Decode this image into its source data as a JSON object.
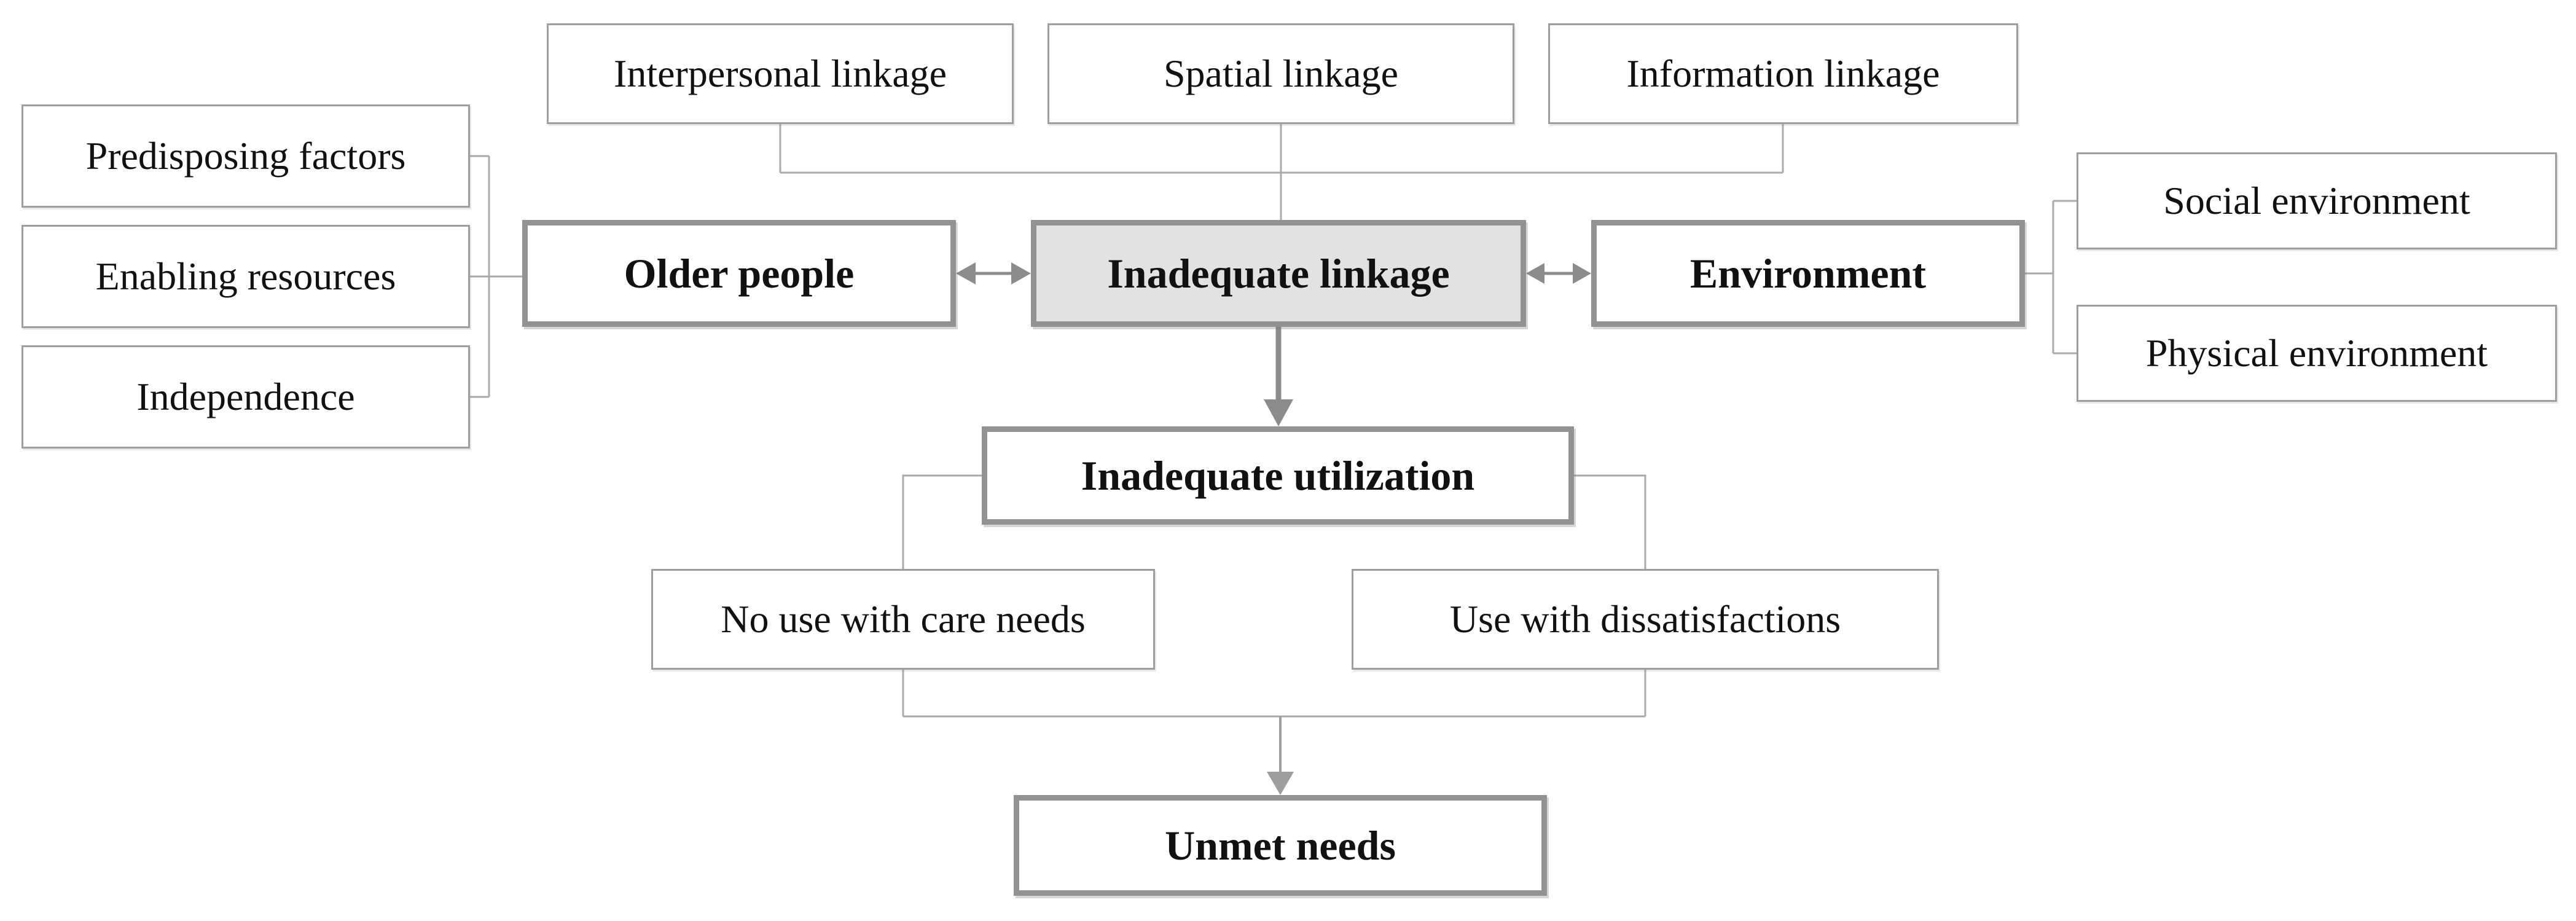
{
  "boxes": {
    "interpersonal_linkage": {
      "label": "Interpersonal linkage",
      "style": "thin"
    },
    "spatial_linkage": {
      "label": "Spatial linkage",
      "style": "thin"
    },
    "information_linkage": {
      "label": "Information linkage",
      "style": "thin"
    },
    "predisposing_factors": {
      "label": "Predisposing factors",
      "style": "thin"
    },
    "enabling_resources": {
      "label": "Enabling resources",
      "style": "thin"
    },
    "independence": {
      "label": "Independence",
      "style": "thin"
    },
    "older_people": {
      "label": "Older people",
      "style": "bold"
    },
    "inadequate_linkage": {
      "label": "Inadequate linkage",
      "style": "bold-filled"
    },
    "environment": {
      "label": "Environment",
      "style": "bold"
    },
    "social_environment": {
      "label": "Social environment",
      "style": "thin"
    },
    "physical_environment": {
      "label": "Physical environment",
      "style": "thin"
    },
    "inadequate_utilization": {
      "label": "Inadequate utilization",
      "style": "bold"
    },
    "no_use_with_care_needs": {
      "label": "No use with care needs",
      "style": "thin"
    },
    "use_with_dissatisfactions": {
      "label": "Use with dissatisfactions",
      "style": "thin"
    },
    "unmet_needs": {
      "label": "Unmet needs",
      "style": "bold"
    }
  },
  "connections": [
    {
      "from": "interpersonal_linkage",
      "to": "inadequate_linkage",
      "via": "top-bus",
      "type": "line"
    },
    {
      "from": "spatial_linkage",
      "to": "inadequate_linkage",
      "via": "top-bus",
      "type": "line"
    },
    {
      "from": "information_linkage",
      "to": "inadequate_linkage",
      "via": "top-bus",
      "type": "line"
    },
    {
      "from": "predisposing_factors",
      "to": "older_people",
      "via": "left-bus",
      "type": "line"
    },
    {
      "from": "enabling_resources",
      "to": "older_people",
      "via": "left-bus",
      "type": "line"
    },
    {
      "from": "independence",
      "to": "older_people",
      "via": "left-bus",
      "type": "line"
    },
    {
      "from": "older_people",
      "to": "inadequate_linkage",
      "type": "double-arrow"
    },
    {
      "from": "inadequate_linkage",
      "to": "environment",
      "type": "double-arrow"
    },
    {
      "from": "environment",
      "to": "social_environment",
      "via": "right-bus",
      "type": "line"
    },
    {
      "from": "environment",
      "to": "physical_environment",
      "via": "right-bus",
      "type": "line"
    },
    {
      "from": "inadequate_linkage",
      "to": "inadequate_utilization",
      "type": "arrow"
    },
    {
      "from": "inadequate_utilization",
      "to": "no_use_with_care_needs",
      "type": "line"
    },
    {
      "from": "inadequate_utilization",
      "to": "use_with_dissatisfactions",
      "type": "line"
    },
    {
      "from": "no_use_with_care_needs",
      "to": "unmet_needs",
      "via": "bottom-bus",
      "type": "arrow"
    },
    {
      "from": "use_with_dissatisfactions",
      "to": "unmet_needs",
      "via": "bottom-bus",
      "type": "arrow"
    }
  ],
  "colors": {
    "box_border_thin": "#9e9e9e",
    "box_border_bold": "#929292",
    "box_fill": "#ffffff",
    "box_fill_highlight": "#e2e2e2",
    "connector": "#aaaaaa",
    "arrow": "#8c8c8c",
    "arrow_light": "#9e9e9e",
    "text": "#111111",
    "background": "#ffffff"
  }
}
